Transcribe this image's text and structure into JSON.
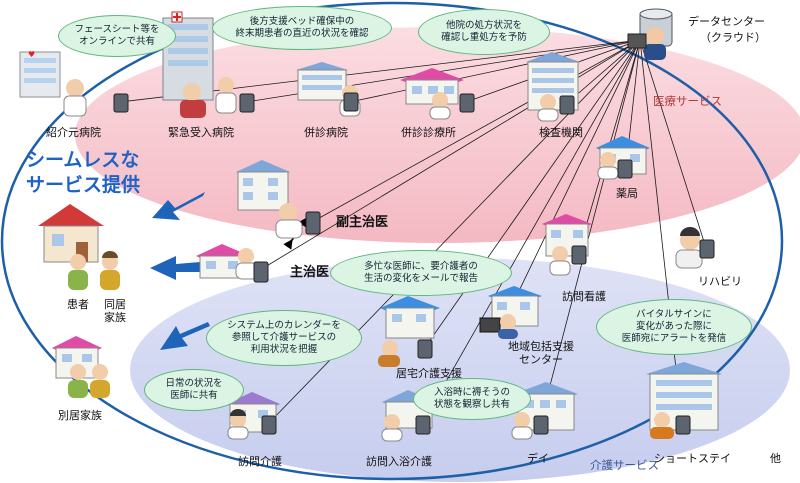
{
  "diagram": {
    "headline": "シームレスな\nサービス提供",
    "zones": {
      "medical": {
        "label": "医療サービス",
        "color": "#b23a3a",
        "fill": "#f7c5cc"
      },
      "care": {
        "label": "介護サービス",
        "color": "#3a5a9a",
        "fill": "#cdd3ef"
      }
    },
    "data_center": {
      "label": "データセンター",
      "sub": "（クラウド）"
    },
    "medical_facilities": [
      {
        "label": "紹介元病院",
        "icon": "hospital-icon"
      },
      {
        "label": "緊急受入病院",
        "icon": "hospital-icon"
      },
      {
        "label": "併診病院",
        "icon": "hospital-icon"
      },
      {
        "label": "併診診療所",
        "icon": "clinic-icon"
      },
      {
        "label": "検査機関",
        "icon": "lab-building-icon"
      }
    ],
    "right_facilities": [
      {
        "label": "薬局",
        "icon": "pharmacy-icon"
      },
      {
        "label": "リハビリ",
        "icon": "rehab-icon"
      },
      {
        "label": "訪問看護",
        "icon": "nurse-icon"
      },
      {
        "label": "地域包括支援\nセンター",
        "icon": "support-center-icon"
      },
      {
        "label": "居宅介護支援",
        "icon": "care-manager-icon"
      }
    ],
    "doctors": {
      "sub": "副主治医",
      "main": "主治医"
    },
    "patients": {
      "patient": "患者",
      "family": "同居\n家族",
      "separate": "別居家族"
    },
    "care_services": [
      {
        "label": "訪問介護"
      },
      {
        "label": "訪問入浴介護"
      },
      {
        "label": "デイ"
      },
      {
        "label": "ショートステイ"
      },
      {
        "label": "他"
      }
    ],
    "bubbles": [
      {
        "text": "フェースシート等を\nオンラインで共有"
      },
      {
        "text": "後方支援ベッド確保中の\n終末期患者の直近の状況を確認"
      },
      {
        "text": "他院の処方状況を\n確認し重処方を予防"
      },
      {
        "text": "多忙な医師に、要介護者の\n生活の変化をメールで報告"
      },
      {
        "text": "システム上のカレンダーを\n参照して介護サービスの\n利用状況を把握"
      },
      {
        "text": "バイタルサインに\n変化があった際に\n医師宛にアラートを発信"
      },
      {
        "text": "日常の状況を\n医師に共有"
      },
      {
        "text": "入浴時に褥そうの\n状態を観察し共有"
      }
    ]
  }
}
